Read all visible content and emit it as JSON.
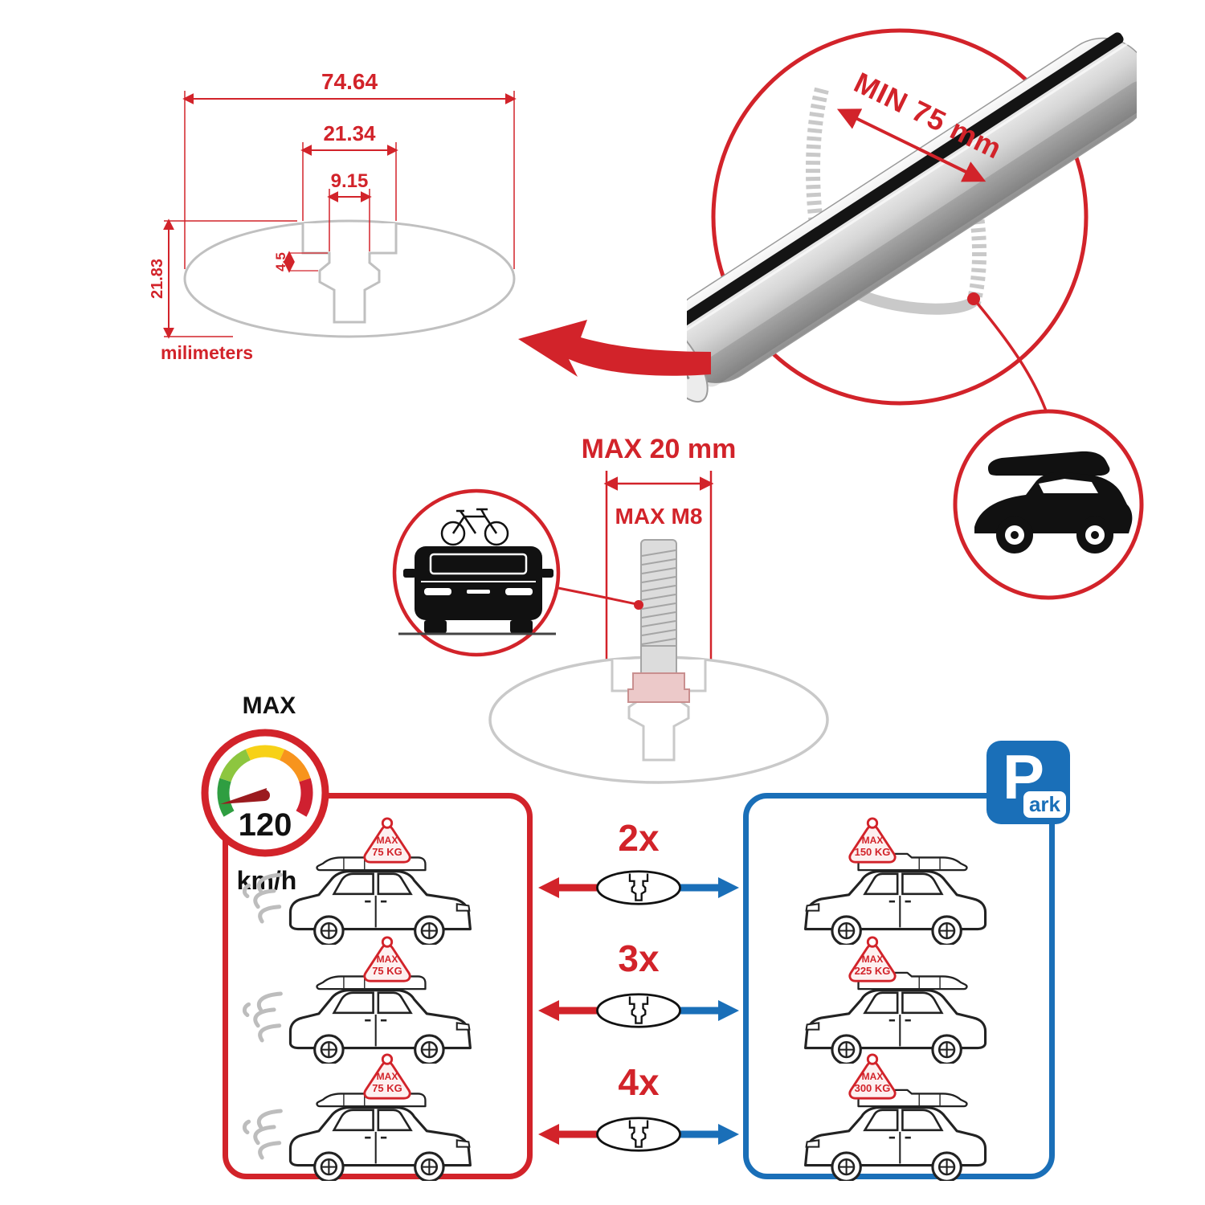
{
  "colors": {
    "red": "#d2232a",
    "blue": "#1a6fb8",
    "sketch_gray": "#c9c9c9",
    "bar_black": "#111111"
  },
  "profile_drawing": {
    "width": "74.64",
    "slot_outer_width": "21.34",
    "slot_inner_width": "9.15",
    "lip_height": "4.5",
    "height": "21.83",
    "units_label": "milimeters"
  },
  "bar_detail": {
    "min_clamp_span": "MIN 75 mm"
  },
  "bolt_detail": {
    "max_protrusion": "MAX 20 mm",
    "max_thread": "MAX M8"
  },
  "speedometer": {
    "label": "MAX",
    "value": "120",
    "unit": "km/h"
  },
  "parking_sign": {
    "letter": "P",
    "suffix": "ark"
  },
  "load_rows": [
    {
      "multiplier": "2x",
      "driving_badge": {
        "line1": "MAX",
        "line2": "75 KG"
      },
      "parked_badge": {
        "line1": "MAX",
        "line2": "150 KG"
      }
    },
    {
      "multiplier": "3x",
      "driving_badge": {
        "line1": "MAX",
        "line2": "75 KG"
      },
      "parked_badge": {
        "line1": "MAX",
        "line2": "225 KG"
      }
    },
    {
      "multiplier": "4x",
      "driving_badge": {
        "line1": "MAX",
        "line2": "75 KG"
      },
      "parked_badge": {
        "line1": "MAX",
        "line2": "300 KG"
      }
    }
  ]
}
